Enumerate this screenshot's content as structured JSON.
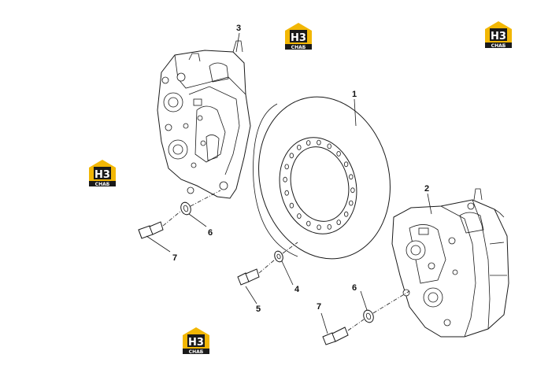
{
  "watermark": {
    "logo_text": "H3",
    "sub_text": "СНАБ",
    "color": "#f2b705",
    "dark": "#1a1a1a"
  },
  "callouts": {
    "disc": "1",
    "caliper_right": "2",
    "caliper_left": "3",
    "washer_small": "4",
    "bolt_middle": "5",
    "washer_left": "6",
    "bolt_left": "7",
    "washer_right": "6",
    "bolt_right": "7"
  }
}
